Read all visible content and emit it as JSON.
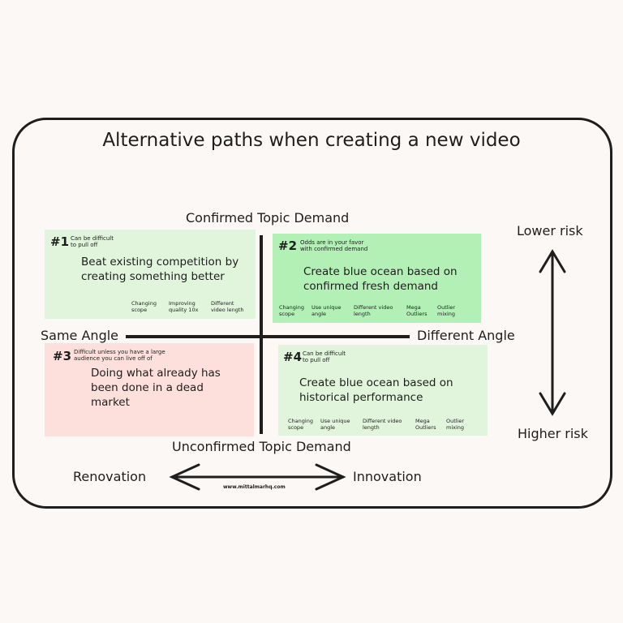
{
  "title": "Alternative paths when creating a new video",
  "axes": {
    "top": "Confirmed Topic Demand",
    "bottom": "Unconfirmed Topic Demand",
    "left": "Same Angle",
    "right": "Different Angle",
    "risk_top": "Lower risk",
    "risk_bottom": "Higher risk",
    "renovation": "Renovation",
    "innovation": "Innovation"
  },
  "url": "www.mittalmarhq.com",
  "quadrants": [
    {
      "num": "#1",
      "note": "Can be difficult to pull off",
      "main": "Beat existing competition by creating something better",
      "color": "#e0f5dc",
      "tags": [
        "Changing scope",
        "Improving quality 10x",
        "Different video length"
      ]
    },
    {
      "num": "#2",
      "note": "Odds are in your favor with confirmed demand",
      "main": "Create blue ocean based on confirmed fresh demand",
      "color": "#b2f0b5",
      "tags": [
        "Changing scope",
        "Use unique angle",
        "Different video length",
        "Mega Outliers",
        "Outlier mixing"
      ]
    },
    {
      "num": "#3",
      "note": "Difficult unless you have a large audience you can live off of",
      "main": "Doing what already has been done in a dead market",
      "color": "#fde0dc",
      "tags": []
    },
    {
      "num": "#4",
      "note": "Can be difficult to pull off",
      "main": "Create blue ocean based on historical performance",
      "color": "#e0f5dc",
      "tags": [
        "Changing scope",
        "Use unique angle",
        "Different video length",
        "Mega Outliers",
        "Outlier mixing"
      ]
    }
  ]
}
